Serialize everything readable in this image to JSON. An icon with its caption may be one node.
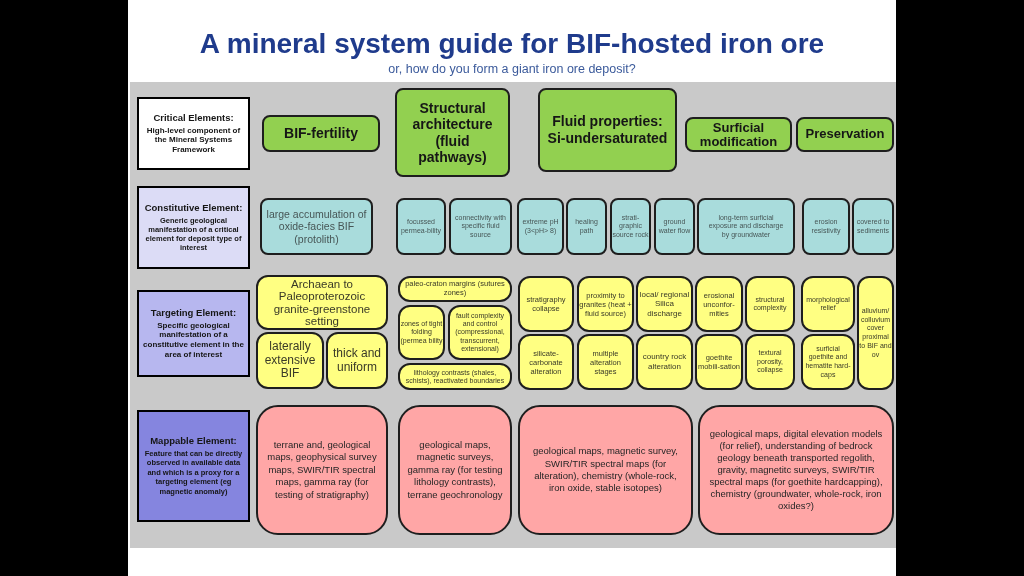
{
  "diagram": {
    "title": "A mineral system guide for BIF-hosted iron ore",
    "nodes": [
      {
        "text": [
          "Critical Elements:",
          "High-level component of the Mineral Systems Framework"
        ]
      },
      {
        "text": [
          "BIF-fertility"
        ]
      },
      {
        "text": [
          "Structural architecture (fluid pathways)"
        ]
      },
      {
        "text": [
          "Fluid properties: Si-undersaturated"
        ]
      },
      {
        "text": [
          "Surficial modification"
        ]
      },
      {
        "text": [
          "Preservation"
        ]
      },
      {
        "text": [
          "Constitutive Element:",
          "Generic geological manifestation of a critical element for deposit type of interest"
        ]
      },
      {
        "text": [
          "large accumulation of oxide-facies BIF (protolith)"
        ]
      },
      {
        "text": [
          "focussed permea-bility"
        ]
      },
      {
        "text": [
          "connectivity with specific fluid source"
        ]
      },
      {
        "text": [
          "extreme pH (3<pH> 8)"
        ]
      },
      {
        "text": [
          "healing path"
        ]
      },
      {
        "text": [
          "strati-graphic source rock"
        ]
      },
      {
        "text": [
          "ground water flow"
        ]
      },
      {
        "text": [
          "long-term surficial exposure and discharge by groundwater"
        ]
      },
      {
        "text": [
          "erosion resistivity"
        ]
      },
      {
        "text": [
          "covered to sediments"
        ]
      },
      {
        "text": [
          "Targeting Element:",
          "Specific geological manifestation of a constitutive element in the area of interest"
        ]
      },
      {
        "text": [
          "Archaean to Paleoproterozoic granite-greenstone setting"
        ]
      },
      {
        "text": [
          "laterally extensive BIF"
        ]
      },
      {
        "text": [
          "thick and uniform"
        ]
      },
      {
        "text": [
          "paleo-craton margins (sutures zones)"
        ]
      },
      {
        "text": [
          "zones of tight folding (permea bility"
        ]
      },
      {
        "text": [
          "fault complexity and control (compressional, transcurrent, extensional)"
        ]
      },
      {
        "text": [
          "lithology contrasts (shales, schists), reactivated boundaries"
        ]
      },
      {
        "text": [
          "stratigraphy collapse"
        ]
      },
      {
        "text": [
          "proximity to granites (heat + fluid source)"
        ]
      },
      {
        "text": [
          "local/ regional Silica discharge"
        ]
      },
      {
        "text": [
          "silicate-carbonate alteration"
        ]
      },
      {
        "text": [
          "multiple alteration stages"
        ]
      },
      {
        "text": [
          "country rock alteration"
        ]
      },
      {
        "text": [
          "erosional unconfor-mities"
        ]
      },
      {
        "text": [
          "structural complexity"
        ]
      },
      {
        "text": [
          "goethite mobili-sation"
        ]
      },
      {
        "text": [
          "textural porosity, collapse"
        ]
      },
      {
        "text": [
          "morphological relief"
        ]
      },
      {
        "text": [
          "surficial goethite and hematite hard-caps"
        ]
      },
      {
        "text": [
          "alluvium/ colluvium cover proximal to BIF and ov"
        ]
      },
      {
        "text": [
          "Mappable Element:",
          "Feature that can be directly observed in available data and which is a proxy for a targeting element (eg magnetic anomaly)"
        ]
      },
      {
        "text": [
          "terrane and, geological maps, geophysical survey maps, SWIR/TIR spectral maps, gamma ray (for testing of stratigraphy)"
        ]
      },
      {
        "text": [
          "geological maps, magnetic surveys, gamma ray (for testing lithology contrasts), terrane geochronology"
        ]
      },
      {
        "text": [
          "geological maps, magnetic survey, SWIR/TIR spectral maps (for alteration), chemistry (whole-rock, iron oxide, stable isotopes)"
        ]
      },
      {
        "text": [
          "geological maps, digital elevation models (for relief), understanding of bedrock geology beneath transported regolith, gravity, magnetitc surveys, SWIR/TIR spectral maps (for goethite hardcapping), chemistry (groundwater, whole-rock, iron oxides?)"
        ]
      }
    ],
    "labels": [
      "or, how do you form a giant iron ore deposit?"
    ]
  }
}
